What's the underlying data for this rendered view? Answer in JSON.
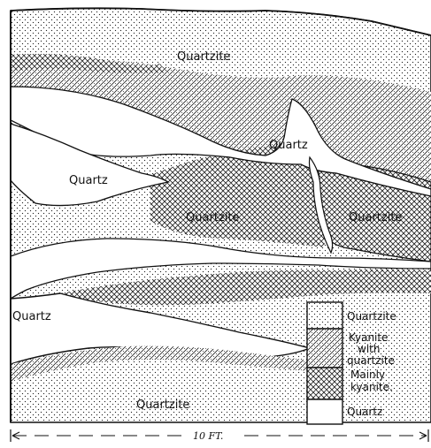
{
  "labels": {
    "quartzite_top": "Quartzite",
    "quartz_upper": "Quartz",
    "quartz_left": "Quartz",
    "quartzite_center": "Quartzite",
    "quartzite_right": "Quartzite",
    "quartz_lower_left": "Quartz",
    "quartzite_bottom": "Quartzite"
  },
  "legend": {
    "items": [
      {
        "lines": [
          "Quartzite"
        ],
        "pattern": "dots"
      },
      {
        "lines": [
          "Kyanite",
          "with",
          "quartzite"
        ],
        "pattern": "diagonal"
      },
      {
        "lines": [
          "Mainly",
          "kyanite."
        ],
        "pattern": "crosshatch"
      },
      {
        "lines": [
          "Quartz"
        ],
        "pattern": "blank"
      }
    ]
  },
  "scale_bar": {
    "label": "10 FT."
  }
}
